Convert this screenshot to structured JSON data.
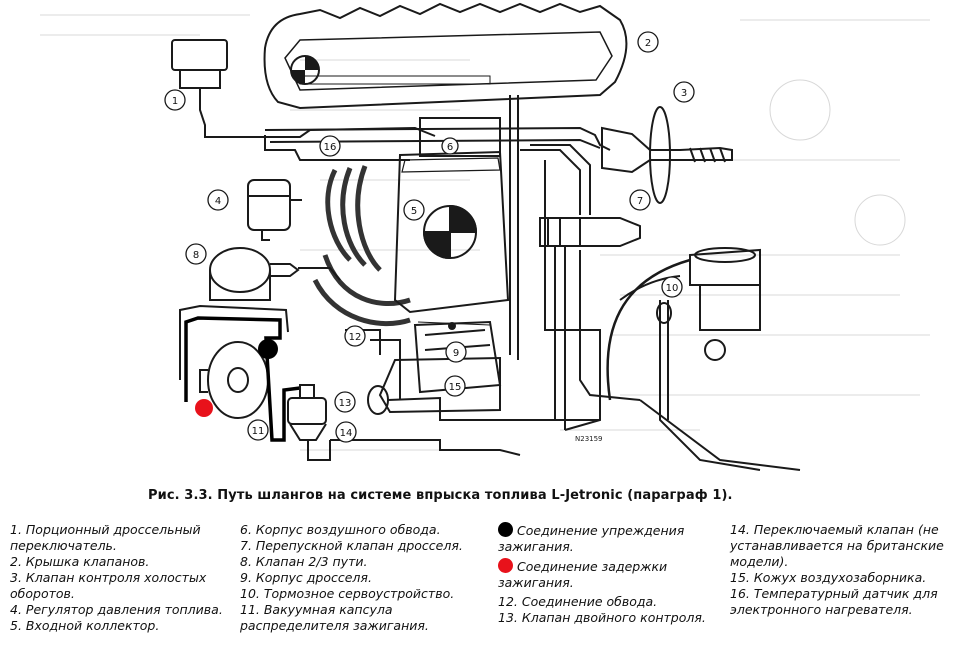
{
  "figure": {
    "logo_text": "BMW",
    "callouts": [
      "1",
      "2",
      "3",
      "4",
      "5",
      "6",
      "7",
      "8",
      "9",
      "10",
      "11",
      "12",
      "13",
      "14",
      "15",
      "16"
    ],
    "drawing_code": "N23159",
    "colors": {
      "advance_dot": "#000000",
      "retard_dot": "#e8121b"
    }
  },
  "caption": "Рис. 3.3. Путь шлангов на системе впрыска топлива  L-Jetronic (параграф 1).",
  "legend": {
    "col1": [
      "1. Порционный дроссельный переключатель.",
      "2. Крышка клапанов.",
      "3. Клапан контроля холостых оборотов.",
      "4. Регулятор давления топлива.",
      "5. Входной коллектор."
    ],
    "col2": [
      "6. Корпус воздушного обвода.",
      "7. Перепускной клапан дросселя.",
      "8. Клапан 2/3 пути.",
      "9. Корпус дросселя.",
      "10. Тормозное сервоустройство.",
      "11. Вакуумная капсула распределителя зажигания."
    ],
    "col3_advance": "Соединение упреждения зажигания.",
    "col3_retard": "Соединение задержки зажигания.",
    "col3": [
      "12. Соединение обвода.",
      "13. Клапан двойного контроля."
    ],
    "col4": [
      "14. Переключаемый клапан (не устанавливается на британские модели).",
      "15. Кожух воздухозаборника.",
      "16. Температурный датчик для электронного нагревателя."
    ]
  }
}
